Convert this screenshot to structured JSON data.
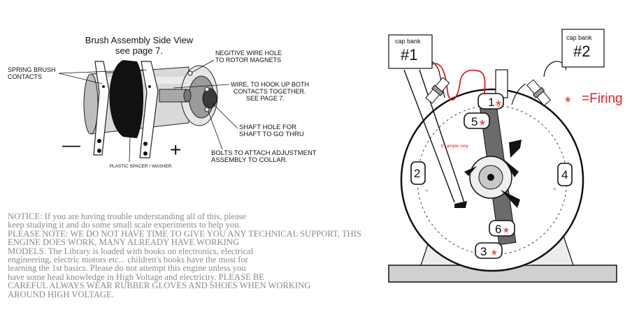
{
  "brush": {
    "title": "Brush Assembly Side View",
    "subtitle": "see page 7.",
    "spring_label_1": "SPRING BRUSH",
    "spring_label_2": "CONTACTS",
    "neg_hole_1": "NEGITIVE WIRE HOLE",
    "neg_hole_2": "TO ROTOR MAGNETS",
    "wire_1": "WIRE, TO HOOK UP BOTH",
    "wire_2": "CONTACTS TOGETHER.",
    "wire_3": "SEE PAGE 7.",
    "shaft_1": "SHAFT HOLE FOR",
    "shaft_2": "SHAFT TO GO THRU",
    "bolts_1": "BOLTS TO ATTACH ADJUSTMENT",
    "bolts_2": "ASSEMBLY TO COLLAR.",
    "spacer": "PLASTIC SPACER / WASHER",
    "minus": "—",
    "plus": "+"
  },
  "notice": [
    "NOTICE: If you are having trouble understanding all of this, please",
    "keep studying it and do some small scale experiments to help you.",
    "PLEASE NOTE: WE DO NOT HAVE TIME TO GIVE YOU ANY TECHNICAL SUPPORT, THIS",
    "ENGINE DOES WORK,  MANY ALREADY HAVE WORKING",
    "MODELS. The Library is loaded with books on electronics,  electrical",
    "engineering, electric motors etc... children's books have the most for",
    "learning the 1st basics.  Please do not attempt this engine unless you",
    "have some head knowledge in High Voltage and electricity. PLEASE BE",
    "CAREFUL ALWAYS WEAR RUBBER GLOVES AND SHOES WHEN WORKING",
    "AROUND HIGH VOLTAGE."
  ],
  "engine": {
    "cap1_label": "cap bank",
    "cap1_num": "#1",
    "cap2_label": "cap bank",
    "cap2_num": "#2",
    "firing_star": "*",
    "firing_label": "=Firing",
    "example": "Example only",
    "magnets": [
      "1",
      "5",
      "2",
      "4",
      "6",
      "3"
    ],
    "star": "*",
    "n_mark": "N",
    "firing_color": "#e02020",
    "wire_color": "#e02020"
  }
}
